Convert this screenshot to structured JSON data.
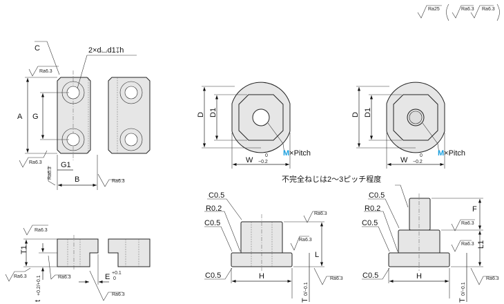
{
  "roughness": {
    "general": "Ra25",
    "a": "Ra6.3",
    "b": "Ra6.3",
    "mark": "Ra6.3",
    "mark_small": "Ra6.3"
  },
  "plate": {
    "chamfer": "C",
    "holes": "2×d⌴d1↧h",
    "A": "A",
    "G": "G",
    "G1": "G1",
    "B": "B",
    "T1": "T1",
    "t": "t",
    "t_tol": "+0.2/+0.1",
    "E": "E",
    "E_tol_upper": "+0.1",
    "E_tol_lower": "0"
  },
  "round": {
    "D": "D",
    "D1": "D1",
    "W": "W",
    "W_tol_upper": "0",
    "W_tol_lower": "−0.2",
    "M": "M",
    "pitch": "×Pitch"
  },
  "side": {
    "note": "不完全ねじは2～3ピッチ程度",
    "c05": "C0.5",
    "r02": "R0.2",
    "H": "H",
    "L": "L",
    "L1": "L1",
    "F": "F",
    "T": "T",
    "T_tol": "0/−0.1"
  }
}
